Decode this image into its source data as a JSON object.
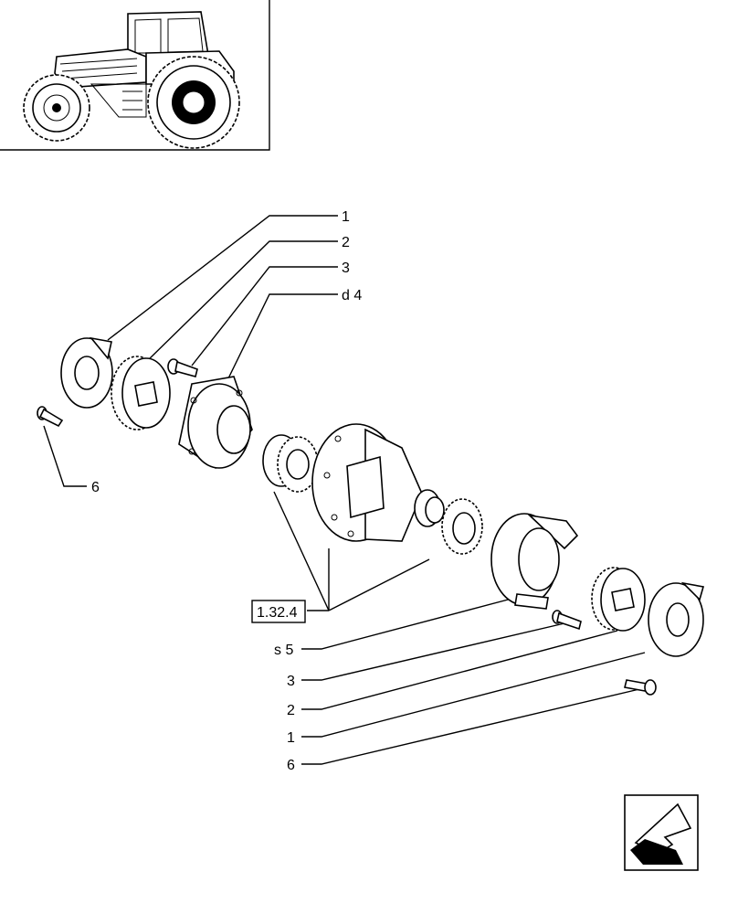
{
  "callouts": {
    "left_1": "1",
    "left_2": "2",
    "left_3": "3",
    "left_4": "d 4",
    "left_6": "6",
    "ref_box": "1.32.4",
    "right_5": "s 5",
    "right_3": "3",
    "right_2": "2",
    "right_1": "1",
    "right_6": "6"
  },
  "icons": {
    "thumbnail": "tractor-thumbnail",
    "nav": "previous-page-arrow-icon"
  }
}
